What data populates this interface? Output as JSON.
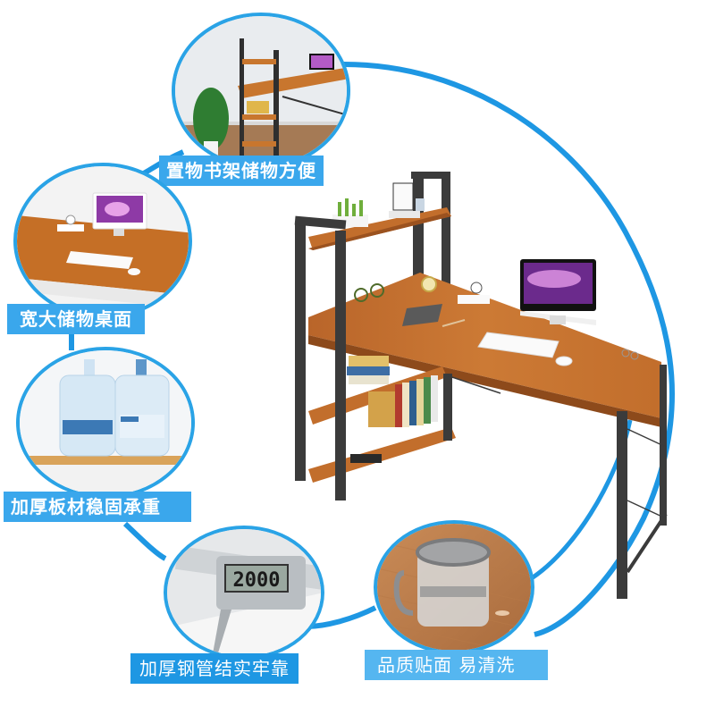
{
  "product": {
    "type": "Computer desk with bookshelf",
    "colors": {
      "accent_blue": "#2aa3e6",
      "label_blue": "#3aa7ec",
      "wood": "#c8762e",
      "frame": "#3a3a3a"
    }
  },
  "features": [
    {
      "id": "shelf-storage",
      "label": "置物书架储物方便"
    },
    {
      "id": "wide-surface",
      "label": "宽大储物桌面"
    },
    {
      "id": "thick-board",
      "label": "加厚板材稳固承重"
    },
    {
      "id": "thick-steel",
      "label": "加厚钢管结实牢靠"
    },
    {
      "id": "easy-clean",
      "label": "品质贴面 易清洗"
    }
  ],
  "caliper": {
    "reading": "2000"
  }
}
